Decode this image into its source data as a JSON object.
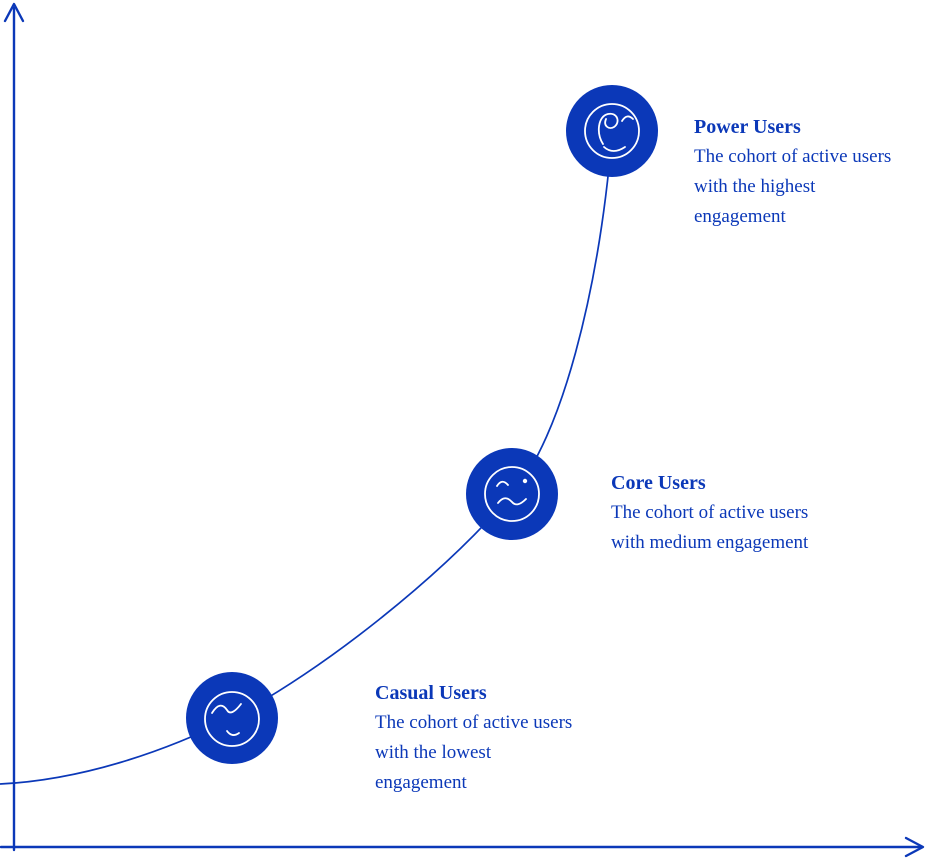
{
  "colors": {
    "primary_blue": "#0b38b8",
    "icon_face": "#ffffff",
    "background": "#ffffff"
  },
  "diagram": {
    "type": "concept-growth-curve",
    "axes": {
      "x_label": "",
      "y_label": "",
      "ticks": "none",
      "style": "arrow-axes"
    },
    "points": [
      {
        "id": "casual-users",
        "title": "Casual Users",
        "description": "The cohort of active users with the lowest engagement",
        "icon": "casual-user-face-icon",
        "position": "low"
      },
      {
        "id": "core-users",
        "title": "Core Users",
        "description": "The cohort of active users with medium engagement",
        "icon": "core-user-face-icon",
        "position": "middle"
      },
      {
        "id": "power-users",
        "title": "Power Users",
        "description": "The cohort of active users with the highest engagement",
        "icon": "power-user-face-icon",
        "position": "high"
      }
    ]
  }
}
